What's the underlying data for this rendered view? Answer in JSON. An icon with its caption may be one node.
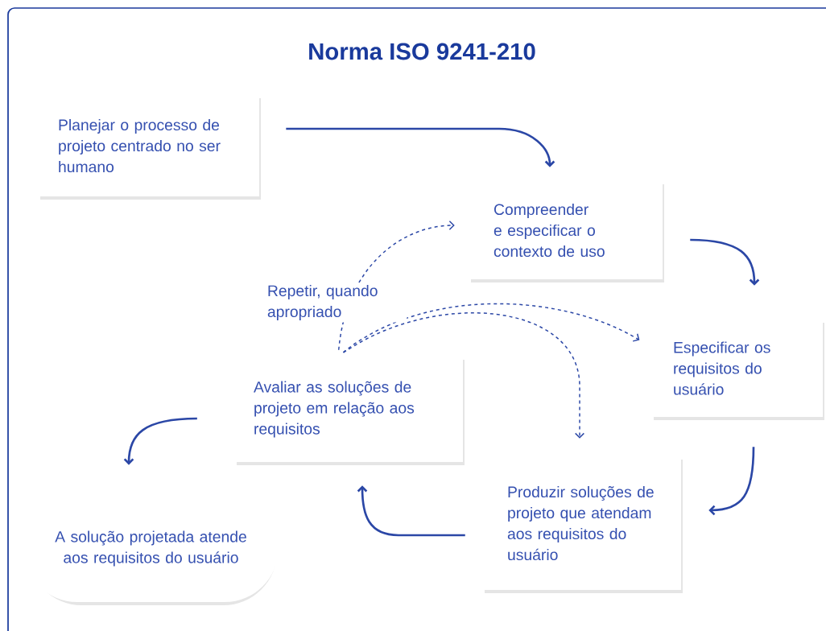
{
  "diagram": {
    "title": "Norma ISO 9241-210",
    "nodes": [
      {
        "text": [
          "Planejar o processo de projeto centrado no ser humano"
        ]
      },
      {
        "text": [
          "Compreender e especificar o contexto de uso"
        ]
      },
      {
        "text": [
          "Especificar os requisitos do usuário"
        ]
      },
      {
        "text": [
          "Produzir soluções de projeto que atendam aos requisitos do usuário"
        ]
      },
      {
        "text": [
          "Avaliar as soluções de projeto em relação aos requisitos"
        ]
      },
      {
        "text": [
          "A solução projetada atende aos requisitos do usuário"
        ]
      }
    ],
    "edges": [
      {
        "from": 0,
        "to": 1,
        "arrow": "to"
      },
      {
        "from": 1,
        "to": 2,
        "arrow": "to"
      },
      {
        "from": 2,
        "to": 3,
        "arrow": "to"
      },
      {
        "from": 3,
        "to": 4,
        "arrow": "to"
      },
      {
        "from": 4,
        "to": 5,
        "arrow": "to"
      },
      {
        "from": 4,
        "to": 1,
        "arrow": "to",
        "style": "dashed"
      },
      {
        "from": 4,
        "to": 2,
        "arrow": "to",
        "style": "dashed"
      },
      {
        "from": 4,
        "to": 3,
        "arrow": "to",
        "style": "dashed"
      }
    ],
    "labels": [
      "Repetir, quando apropriado"
    ]
  }
}
